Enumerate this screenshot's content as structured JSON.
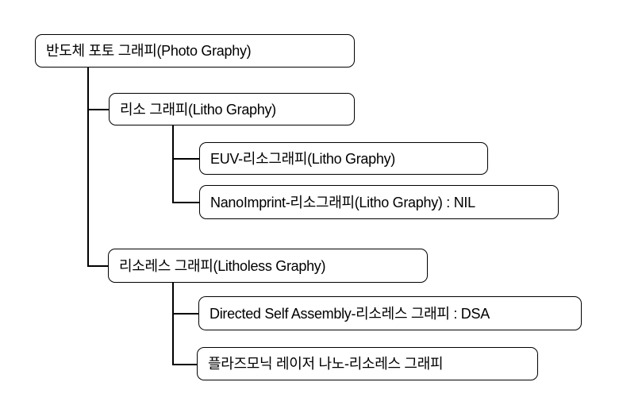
{
  "diagram": {
    "type": "tree",
    "colors": {
      "background": "#ffffff",
      "line": "#000000",
      "text": "#000000",
      "node_fill": "#ffffff",
      "node_border": "#000000"
    },
    "root": {
      "label": "반도체 포토 그래피(Photo Graphy)",
      "children": [
        {
          "label": "리소 그래피(Litho Graphy)",
          "children": [
            {
              "label": "EUV-리소그래피(Litho Graphy)",
              "children": []
            },
            {
              "label": "NanoImprint-리소그래피(Litho Graphy) : NIL",
              "children": []
            }
          ]
        },
        {
          "label": "리소레스 그래피(Litholess Graphy)",
          "children": [
            {
              "label": "Directed Self Assembly-리소레스 그래피 : DSA",
              "children": []
            },
            {
              "label": "플라즈모닉 레이저 나노-리소레스 그래피",
              "children": []
            }
          ]
        }
      ]
    }
  }
}
